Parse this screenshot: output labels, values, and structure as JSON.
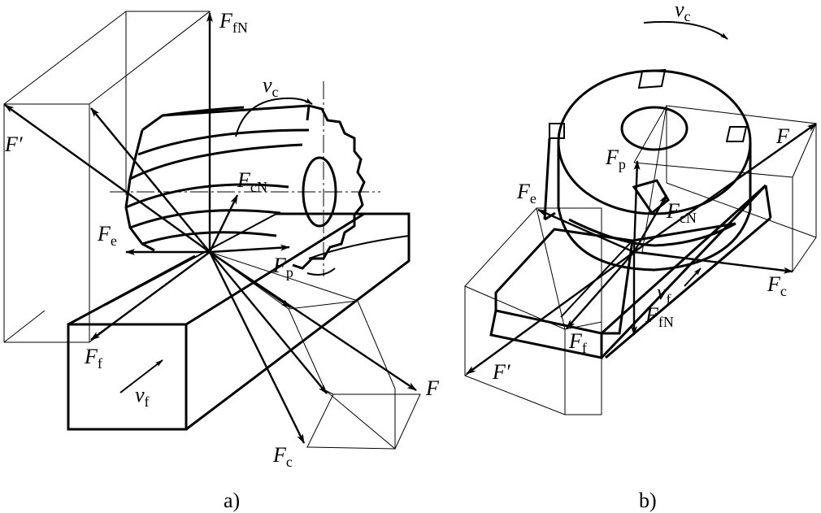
{
  "panels": [
    {
      "caption": "a)",
      "labels": {
        "F_fN": {
          "main": "F",
          "sub": "fN"
        },
        "v_c": {
          "main": "v",
          "sub": "c"
        },
        "F_prime": {
          "main": "F′",
          "sub": ""
        },
        "F_cN": {
          "main": "F",
          "sub": "cN"
        },
        "F_e": {
          "main": "F",
          "sub": "e"
        },
        "F_p": {
          "main": "F",
          "sub": "p"
        },
        "F_f": {
          "main": "F",
          "sub": "f"
        },
        "v_f": {
          "main": "v",
          "sub": "f"
        },
        "F": {
          "main": "F",
          "sub": ""
        },
        "F_c": {
          "main": "F",
          "sub": "c"
        }
      }
    },
    {
      "caption": "b)",
      "labels": {
        "v_c": {
          "main": "v",
          "sub": "c"
        },
        "F": {
          "main": "F",
          "sub": ""
        },
        "F_p": {
          "main": "F",
          "sub": "p"
        },
        "F_e": {
          "main": "F",
          "sub": "e"
        },
        "F_cN": {
          "main": "F",
          "sub": "cN"
        },
        "F_c": {
          "main": "F",
          "sub": "c"
        },
        "v_f": {
          "main": "v",
          "sub": "f"
        },
        "F_fN": {
          "main": "F",
          "sub": "fN"
        },
        "F_f": {
          "main": "F",
          "sub": "f"
        },
        "F_prime": {
          "main": "F′",
          "sub": ""
        }
      }
    }
  ]
}
